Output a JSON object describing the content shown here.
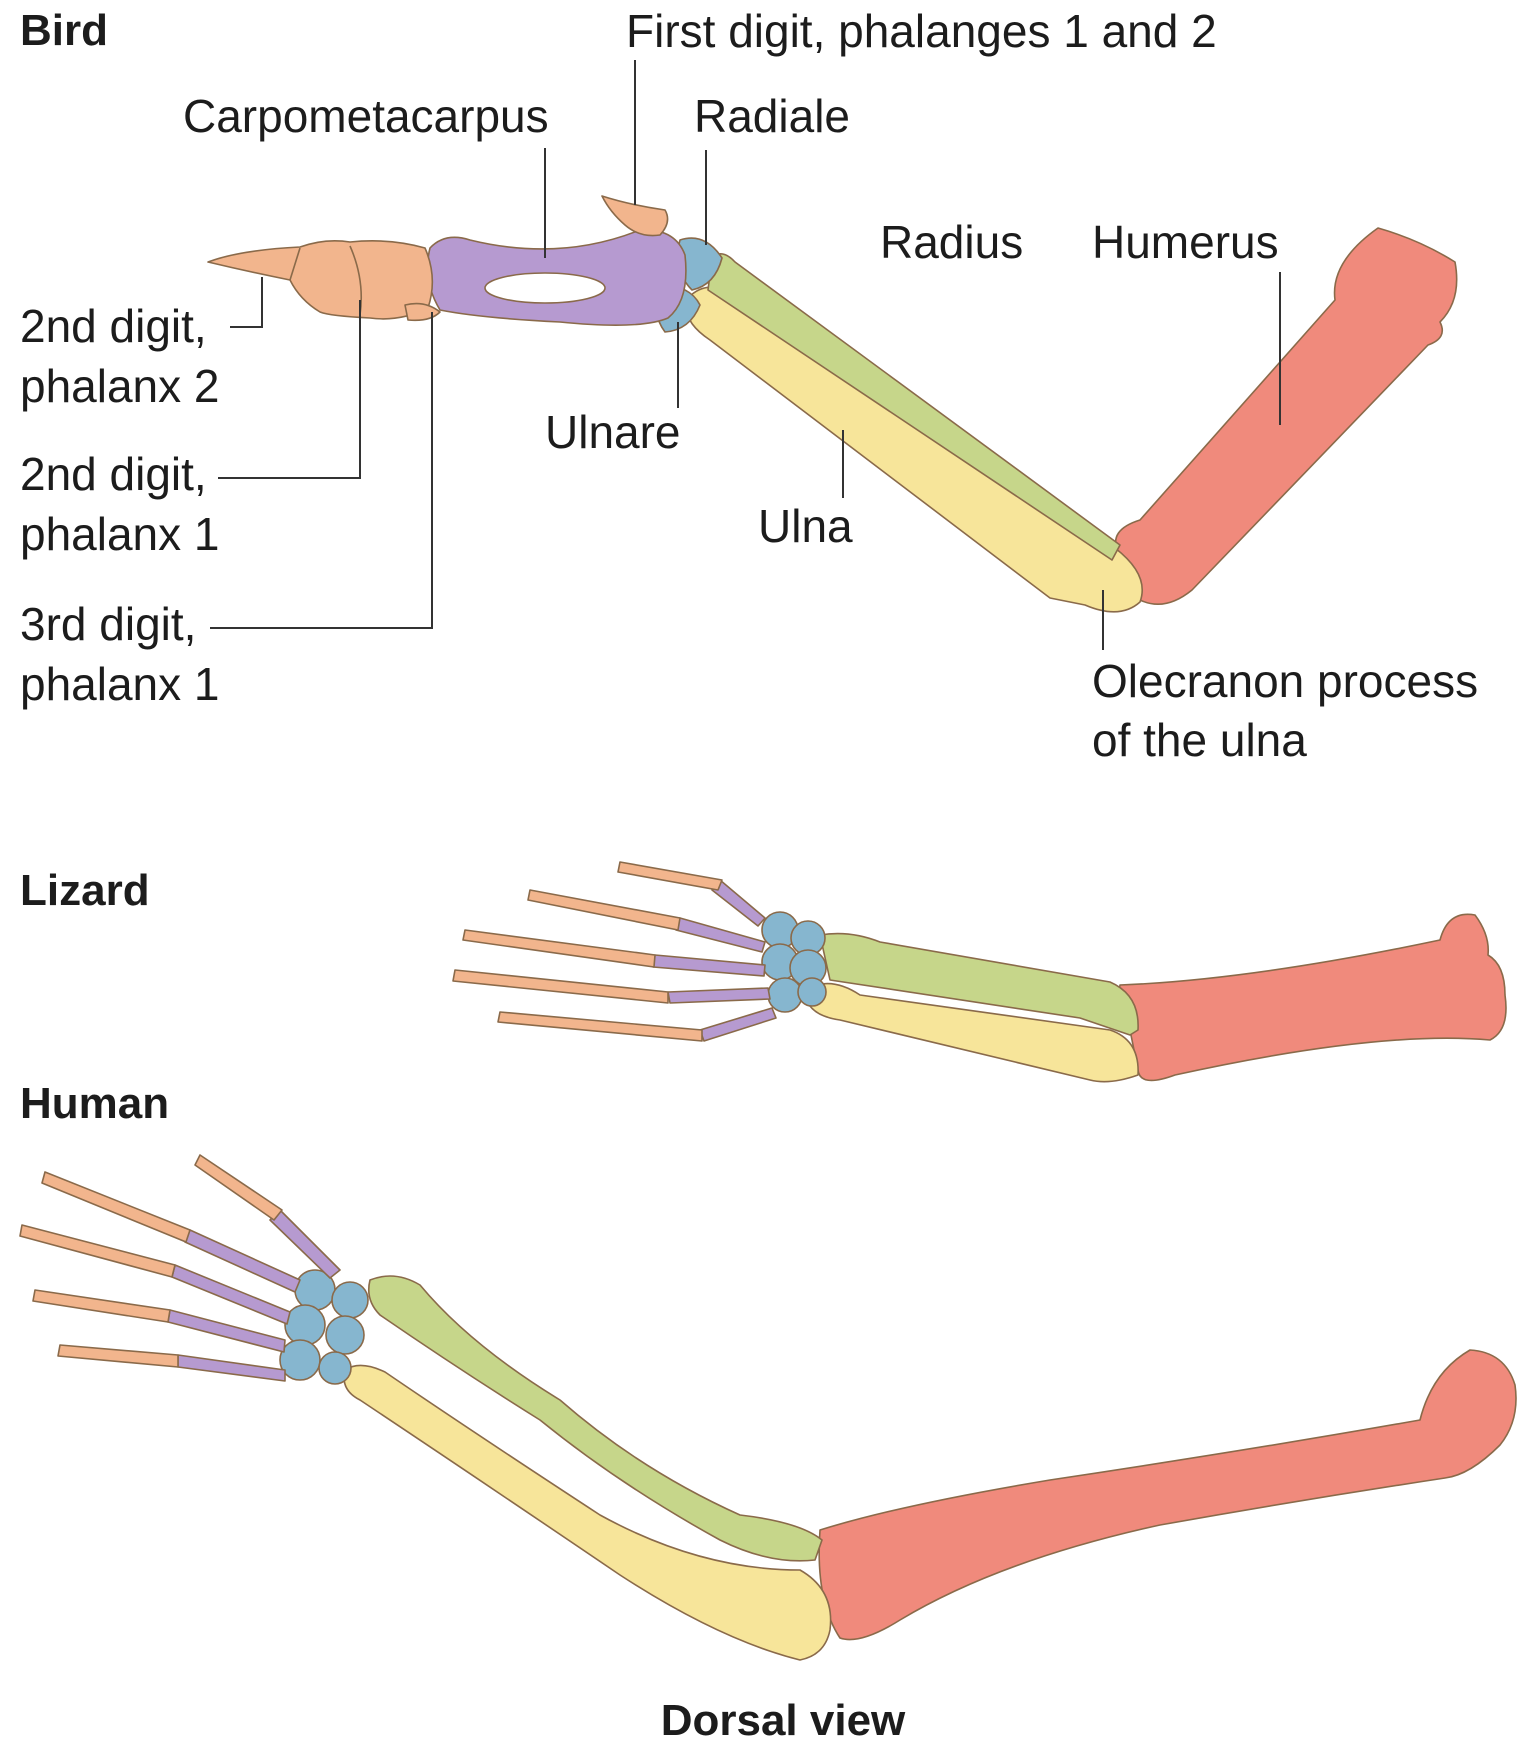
{
  "colors": {
    "humerus": "#f08a7c",
    "radius": "#c6d68a",
    "ulna": "#f7e59a",
    "carpals": "#86b6cf",
    "metacarpals": "#b69ad0",
    "phalanges": "#f2b58d",
    "line": "#333333",
    "text": "#1c1c1c"
  },
  "bird": {
    "title": "Bird",
    "labels": {
      "first_digit": "First digit, phalanges 1 and 2",
      "carpometacarpus": "Carpometacarpus",
      "radiale": "Radiale",
      "radius": "Radius",
      "humerus": "Humerus",
      "d2p2_line1": "2nd digit,",
      "d2p2_line2": "phalanx 2",
      "ulnare": "Ulnare",
      "d2p1_line1": "2nd digit,",
      "d2p1_line2": "phalanx 1",
      "ulna": "Ulna",
      "d3p1_line1": "3rd digit,",
      "d3p1_line2": "phalanx 1",
      "olecranon_line1": "Olecranon process",
      "olecranon_line2": "of the ulna"
    }
  },
  "lizard": {
    "title": "Lizard"
  },
  "human": {
    "title": "Human"
  },
  "caption": "Dorsal view"
}
